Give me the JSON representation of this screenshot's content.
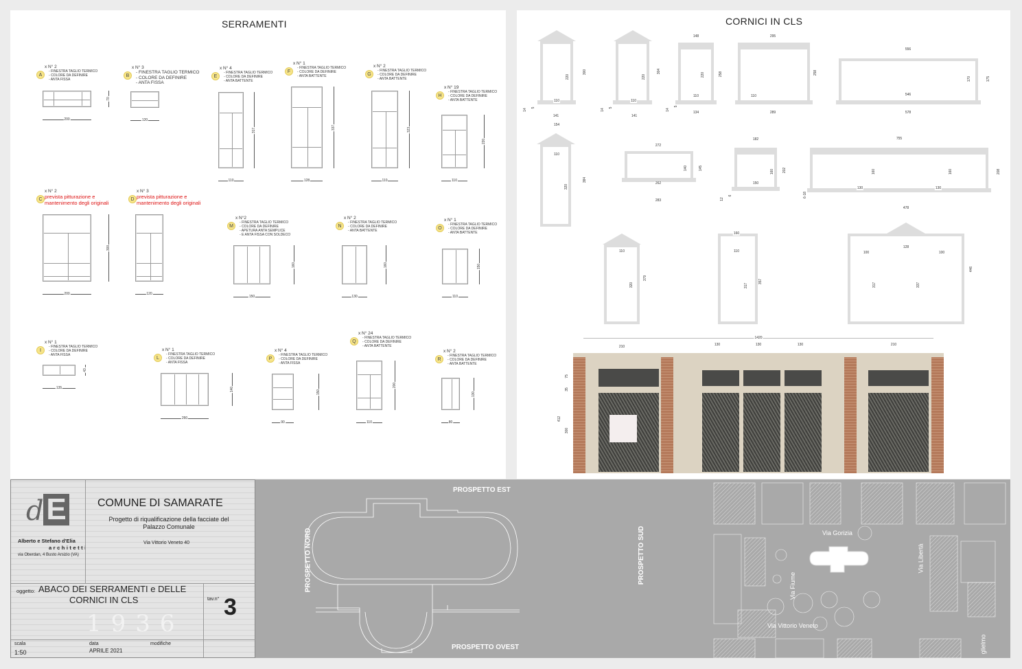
{
  "serramenti": {
    "title": "SERRAMENTI",
    "items": [
      {
        "id": "A",
        "count": "x N° 2",
        "specs": [
          "FINESTRA TAGLIO TERMICO",
          "COLORE DA DEFINIRE",
          "ANTA FISSA"
        ],
        "width": "200",
        "height": "70"
      },
      {
        "id": "B",
        "count": "x N° 3",
        "specs": [
          "FINESTRA TAGLIO TERMICO",
          "COLORE DA DEFINIRE",
          "ANTA FISSA"
        ],
        "width": "120",
        "height": ""
      },
      {
        "id": "E",
        "count": "x N° 4",
        "specs": [
          "FINESTRA TAGLIO TERMICO",
          "COLORE DA DEFINIRE",
          "ANTA BATTENTE"
        ],
        "width": "110",
        "height": "317"
      },
      {
        "id": "F",
        "count": "x N° 1",
        "specs": [
          "FINESTRA TAGLIO TERMICO",
          "COLORE DA DEFINIRE",
          "ANTA BATTENTE"
        ],
        "width": "128",
        "height": "337"
      },
      {
        "id": "G",
        "count": "x N° 2",
        "specs": [
          "FINESTRA TAGLIO TERMICO",
          "COLORE DA DEFINIRE",
          "ANTA BATTENTE"
        ],
        "width": "110",
        "height": "323"
      },
      {
        "id": "H",
        "count": "x N° 19",
        "specs": [
          "FINESTRA TAGLIO TERMICO",
          "COLORE DA DEFINIRE",
          "ANTA BATTENTE"
        ],
        "width": "110",
        "height": "220"
      },
      {
        "id": "C",
        "count": "x N° 2",
        "note": [
          "prevista pitturazione e",
          "mantenimento degli originali"
        ],
        "width": "200",
        "height": "300"
      },
      {
        "id": "D",
        "count": "x N° 3",
        "note": [
          "prevista pitturazione e",
          "mantenimento degli originali"
        ],
        "width": "120",
        "height": ""
      },
      {
        "id": "M",
        "count": "x N°2",
        "specs": [
          "FINESTRA TAGLIO TERMICO",
          "COLORE DA DEFINIRE",
          "APETURA ANTA SEMPLICE",
          "E ANTA FISSA CON SOLDECO"
        ],
        "width": "150",
        "height": "160"
      },
      {
        "id": "N",
        "count": "x N° 2",
        "specs": [
          "FINESTRA TAGLIO TERMICO",
          "COLORE DA DEFINIRE",
          "ANTA BATTENTE"
        ],
        "width": "130",
        "height": "160"
      },
      {
        "id": "O",
        "count": "x N° 1",
        "specs": [
          "FINESTRA TAGLIO TERMICO",
          "COLORE DA DEFINIRE",
          "ANTA BATTENTE"
        ],
        "width": "110",
        "height": "150"
      },
      {
        "id": "I",
        "count": "x N° 1",
        "specs": [
          "FINESTRA TAGLIO TERMICO",
          "COLORE DA DEFINIRE",
          "ANTA FISSA"
        ],
        "width": "135",
        "height": "43"
      },
      {
        "id": "L",
        "count": "x N° 1",
        "specs": [
          "FINESTRA TAGLIO TERMICO",
          "COLORE DA DEFINIRE",
          "ANTA FISSA"
        ],
        "width": "260",
        "height": "140"
      },
      {
        "id": "P",
        "count": "x N° 4",
        "specs": [
          "FINESTRA TAGLIO TERMICO",
          "COLORE DA DEFINIRE",
          "ANTA FISSA"
        ],
        "width": "90",
        "height": "150"
      },
      {
        "id": "Q",
        "count": "x N° 24",
        "specs": [
          "FINESTRA TAGLIO TERMICO",
          "COLORE DA DEFINIRE",
          "ANTA BATTENTE"
        ],
        "width": "110",
        "height": "200"
      },
      {
        "id": "R",
        "count": "x N° 2",
        "specs": [
          "FINESTRA TAGLIO TERMICO",
          "COLORE DA DEFINIRE",
          "ANTA BATTENTE"
        ],
        "width": "80",
        "height": "130"
      }
    ]
  },
  "cornici": {
    "title": "CORNICI IN CLS",
    "frames": [
      {
        "dims": [
          "300",
          "220",
          "110",
          "14",
          "5",
          "141",
          "154"
        ]
      },
      {
        "dims": [
          "304",
          "220",
          "110",
          "14",
          "5",
          "141"
        ]
      },
      {
        "dims": [
          "148",
          "258",
          "220",
          "110",
          "14",
          "5",
          "134"
        ]
      },
      {
        "dims": [
          "295",
          "258",
          "110",
          "289"
        ]
      },
      {
        "dims": [
          "556",
          "175",
          "170",
          "546",
          "578"
        ]
      },
      {
        "dims": [
          "110",
          "320",
          "384"
        ]
      },
      {
        "dims": [
          "272",
          "140",
          "145",
          "262",
          "283"
        ]
      },
      {
        "dims": [
          "182",
          "202",
          "160",
          "150",
          "12",
          "6"
        ]
      },
      {
        "dims": [
          "755",
          "208",
          "160",
          "160",
          "130",
          "130",
          "6-18"
        ]
      },
      {
        "dims": [
          "110",
          "320",
          "379"
        ]
      },
      {
        "dims": [
          "160",
          "110",
          "317",
          "357"
        ]
      },
      {
        "dims": [
          "478",
          "128",
          "100",
          "100",
          "317",
          "337",
          "446"
        ]
      }
    ],
    "facade": {
      "dims": [
        "1420",
        "210",
        "130",
        "130",
        "130",
        "210",
        "412",
        "75",
        "35",
        "300"
      ]
    }
  },
  "title_block": {
    "logo": "dE",
    "firm_name": "Alberto e Stefano d'Elia",
    "firm_type": "architetti",
    "firm_address": "via Oberdan, 4   Busto Arsizio (VA)",
    "client": "COMUNE DI SAMARATE",
    "project_line1": "Progetto di riqualificazione della facciate del",
    "project_line2": "Palazzo Comunale",
    "project_address": "Via Vittorio Veneto 40",
    "subject_label": "oggetto:",
    "subject_line1": "ABACO DEI SERRAMENTI e DELLE",
    "subject_line2": "CORNICI IN CLS",
    "sheet_label": "tav.n°",
    "sheet_number": "3",
    "scale_label": "scala",
    "scale_value": "1:50",
    "date_label": "data",
    "date_value": "APRILE 2021",
    "changes_label": "modifiche",
    "watermark": "1936"
  },
  "plan": {
    "north": "PROSPETTO NORD",
    "east": "PROSPETTO EST",
    "south": "PROSPETTO SUD",
    "west": "PROSPETTO OVEST"
  },
  "map": {
    "streets": [
      "Via  Gorizia",
      "Via  Libertà",
      "Via  Fiume",
      "Via  Vittorio  Veneto",
      "glielmo"
    ]
  }
}
